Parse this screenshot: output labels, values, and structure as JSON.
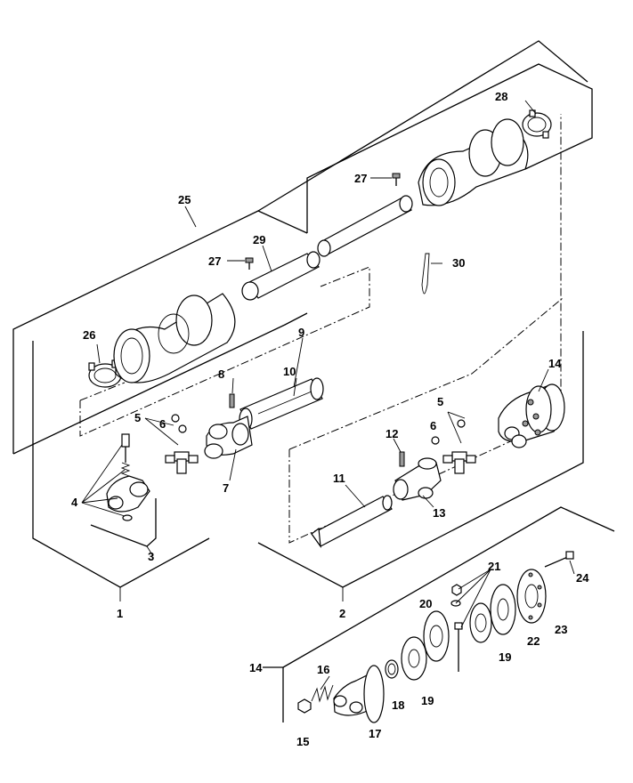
{
  "diagram": {
    "callouts": {
      "c1": "1",
      "c2": "2",
      "c3": "3",
      "c4": "4",
      "c5a": "5",
      "c5b": "5",
      "c6a": "6",
      "c6b": "6",
      "c7": "7",
      "c8": "8",
      "c9": "9",
      "c10": "10",
      "c11": "11",
      "c12": "12",
      "c13": "13",
      "c14a": "14",
      "c14b": "14",
      "c15": "15",
      "c16": "16",
      "c17": "17",
      "c18": "18",
      "c19a": "19",
      "c19b": "19",
      "c20": "20",
      "c21": "21",
      "c22": "22",
      "c23": "23",
      "c24": "24",
      "c25": "25",
      "c26": "26",
      "c27a": "27",
      "c27b": "27",
      "c28": "28",
      "c29": "29",
      "c30": "30"
    }
  }
}
